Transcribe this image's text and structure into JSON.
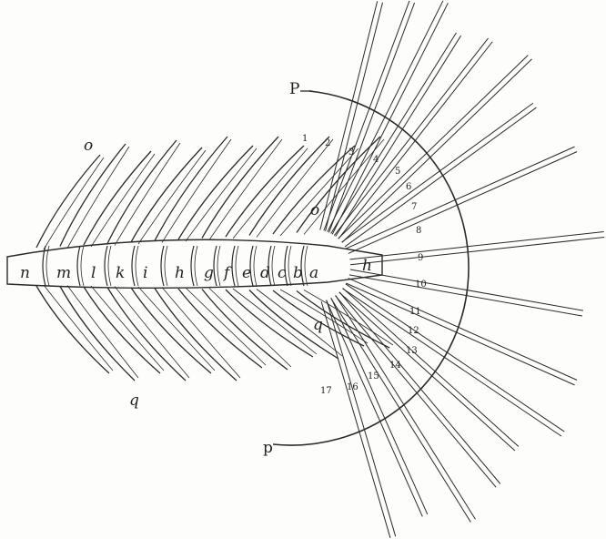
{
  "figure": {
    "ink_color": "#2a2a2a",
    "paper_color": "#fdfdfc",
    "vertebra_labels": [
      "n",
      "m",
      "l",
      "k",
      "i",
      "h",
      "g",
      "f",
      "e",
      "d",
      "c",
      "b",
      "a"
    ],
    "other_labels": {
      "upper_o": "o",
      "inner_o": "o",
      "p_upper": "P",
      "p_lower": "p",
      "h": "h",
      "q_left": "q",
      "q_mid": "q"
    },
    "ray_numbers": [
      "1",
      "2",
      "3",
      "4",
      "5",
      "6",
      "7",
      "8",
      "9",
      "10",
      "11",
      "12",
      "13",
      "14",
      "15",
      "16",
      "17"
    ]
  }
}
